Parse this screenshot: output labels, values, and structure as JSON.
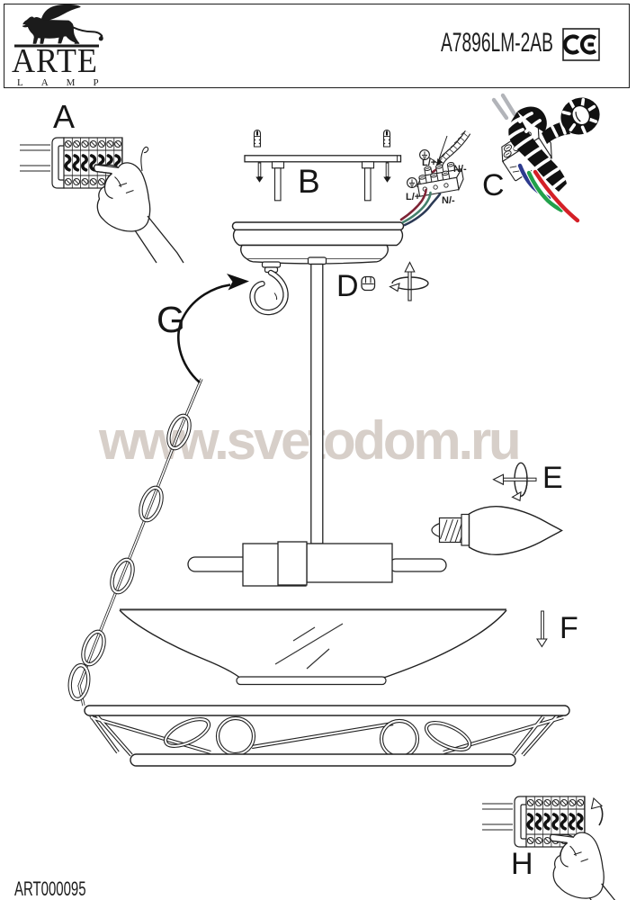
{
  "header": {
    "brand": "ARTE",
    "brand_sub": "LAMP",
    "model": "A7896LM-2AB",
    "ce_label": "CE"
  },
  "steps": {
    "a": "A",
    "b": "B",
    "c": "C",
    "d": "D",
    "e": "E",
    "f": "F",
    "g": "G",
    "h": "H"
  },
  "wiring": {
    "live_label_top": "L/+",
    "neutral_label_top": "N/-",
    "live_label_bottom": "L/+",
    "neutral_label_bottom": "N/-"
  },
  "watermark": {
    "text": "www.svetodom.ru"
  },
  "footer": {
    "article_code": "ART000095"
  },
  "icons": {
    "brand_logo": "winged-lion",
    "ce_mark": "CE certification mark",
    "earth_symbol": "protective-earth in circle",
    "rotate_vertical_axis": "rotation arrow around vertical axis",
    "rotate_horizontal_axis": "rotation arrow around horizontal axis",
    "down_arrow": "install glass shade downward",
    "curved_arrow_hook": "hang chain on hook",
    "flip_arrow": "lift terminal lever"
  },
  "colors": {
    "line": "#222222",
    "wire_live": "#7e2436",
    "wire_earth": "#44806c",
    "wire_neutral": "#2c3a55",
    "wire_red": "#d42027",
    "wire_green": "#22a14b",
    "wire_blue": "#2d3b8e",
    "wire_gray": "#b2b4b9",
    "watermark": "#d7cfc9"
  }
}
